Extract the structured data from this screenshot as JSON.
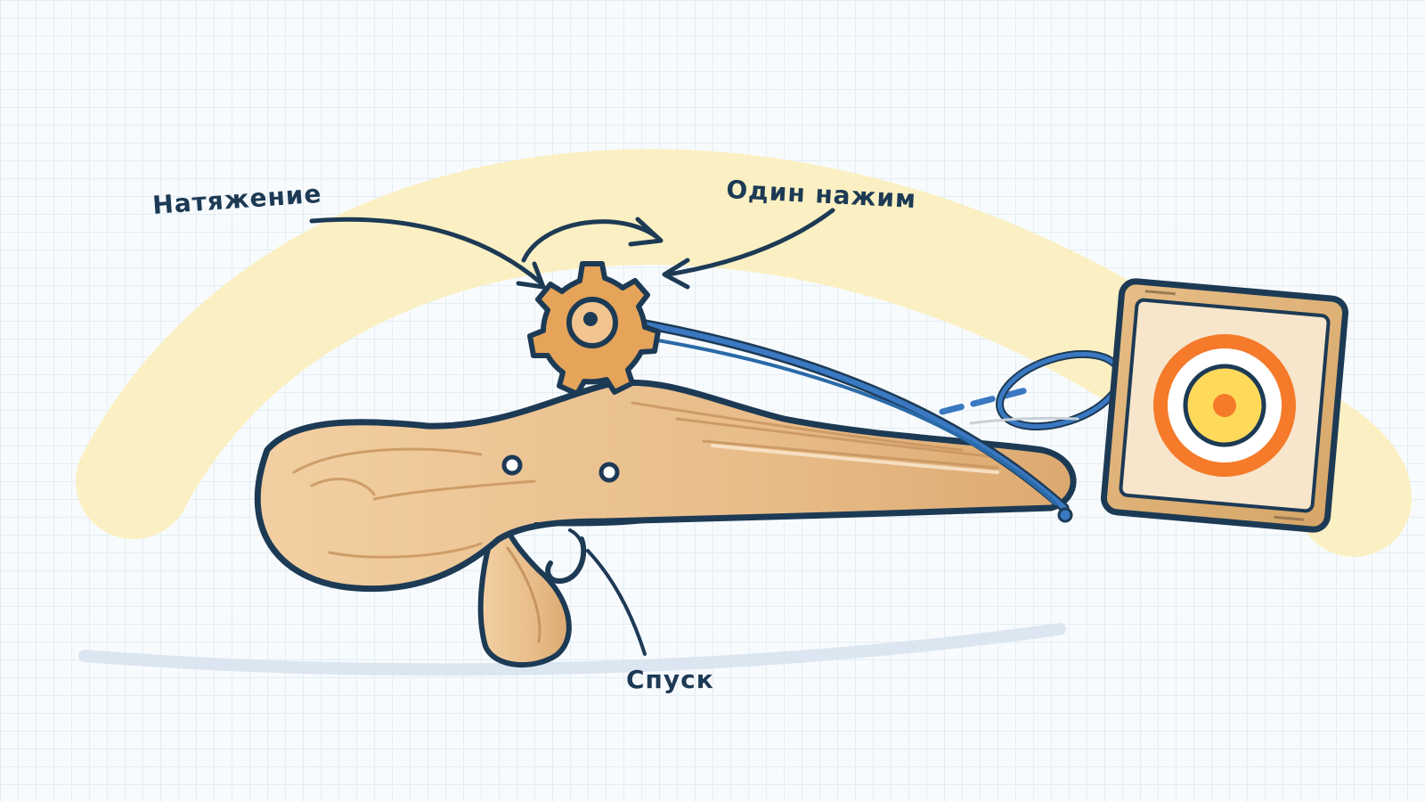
{
  "labels": {
    "tension": "Натяжение",
    "one_press": "Один нажим",
    "trigger": "Спуск"
  },
  "colors": {
    "outline": "#1d3a55",
    "wood": "#e8bd8a",
    "highlight_band": "#fbeebc",
    "string": "#3a78c2",
    "target_ring_outer": "#f57a2a",
    "target_center": "#ffd95a",
    "gear": "#e5a45a",
    "frame": "#ddb077"
  },
  "icons": {
    "mechanism": "gear-icon",
    "target": "target-icon",
    "tension_arrow": "curved-arrow-icon"
  }
}
